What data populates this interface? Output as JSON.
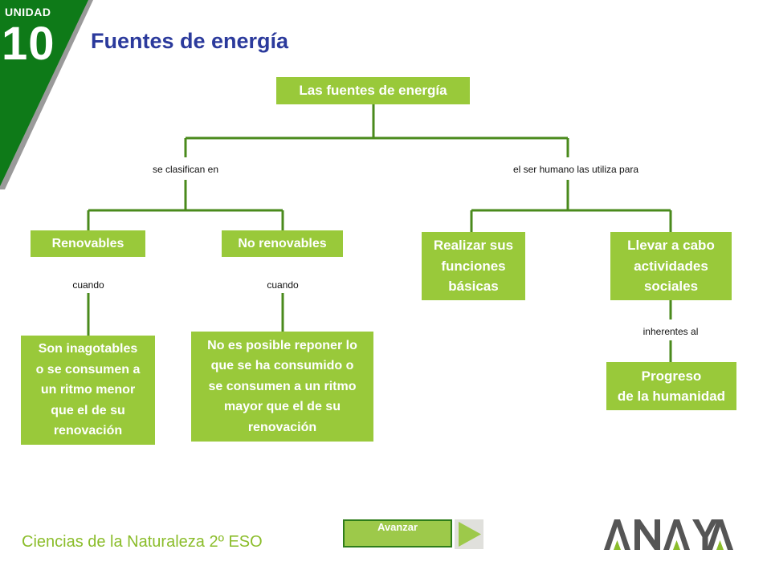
{
  "unit": {
    "label": "UNIDAD",
    "number": "10"
  },
  "page_title": "Fuentes de energía",
  "diagram": {
    "root": "Las fuentes de energía",
    "left_connector": "se clasifican en",
    "right_connector": "el ser humano las utiliza para",
    "renovables": {
      "label": "Renovables",
      "connector": "cuando",
      "description_lines": [
        "Son inagotables",
        "o se consumen a",
        "un ritmo menor",
        "que el de su",
        "renovación"
      ]
    },
    "no_renovables": {
      "label": "No renovables",
      "connector": "cuando",
      "description_lines": [
        "No es posible reponer lo",
        "que se ha consumido o",
        "se consumen a un ritmo",
        "mayor que el de su",
        "renovación"
      ]
    },
    "funciones": {
      "lines": [
        "Realizar sus",
        "funciones",
        "básicas"
      ]
    },
    "actividades": {
      "lines": [
        "Llevar a cabo",
        "actividades",
        "sociales"
      ],
      "connector": "inherentes al"
    },
    "progreso": {
      "lines": [
        "Progreso",
        "de la humanidad"
      ]
    }
  },
  "footer": {
    "subject": "Ciencias de la Naturaleza 2º ESO",
    "next_button": "Avanzar",
    "logo": "ANAYA"
  },
  "colors": {
    "box_green": "#99c93a",
    "line_green": "#4a8a1c",
    "title_blue": "#2b3a9c",
    "badge_green": "#0e7a18",
    "footer_green": "#8bbd2b"
  }
}
